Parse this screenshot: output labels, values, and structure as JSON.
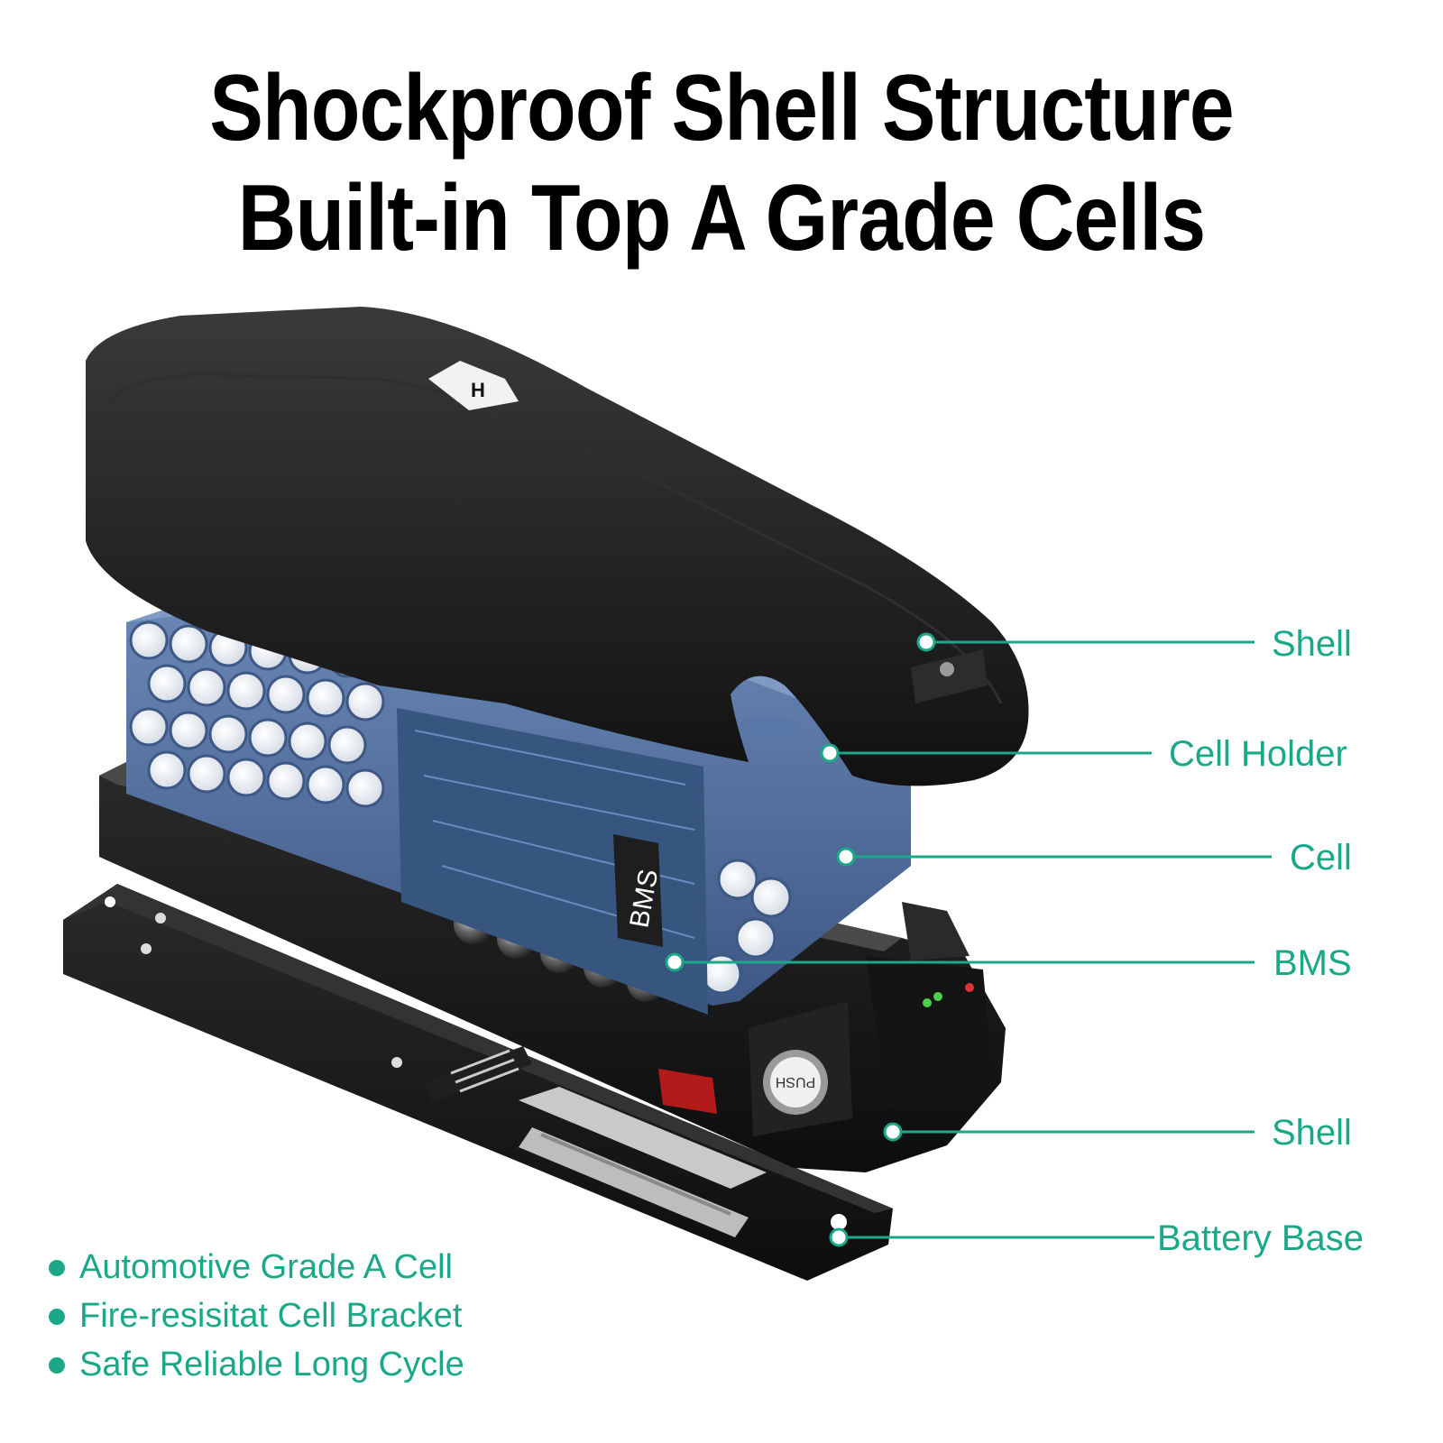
{
  "title": {
    "line1": "Shockproof Shell Structure",
    "line2": "Built-in Top A Grade Cells"
  },
  "product": {
    "bms_chip_text": "BMS",
    "push_button_text": "PUSH",
    "logo_text": "H"
  },
  "callouts": [
    {
      "label": "Shell"
    },
    {
      "label": "Cell Holder"
    },
    {
      "label": "Cell"
    },
    {
      "label": "BMS"
    },
    {
      "label": "Shell"
    },
    {
      "label": "Battery Base"
    }
  ],
  "features": [
    "Automotive Grade A Cell",
    "Fire-resisitat Cell Bracket",
    "Safe Reliable Long Cycle"
  ],
  "colors": {
    "accent": "#1aa889",
    "shell": "#1a1a1a",
    "holder": "#4f6d9a",
    "pcb": "#3a5a8a",
    "cell": "#ffffff"
  }
}
